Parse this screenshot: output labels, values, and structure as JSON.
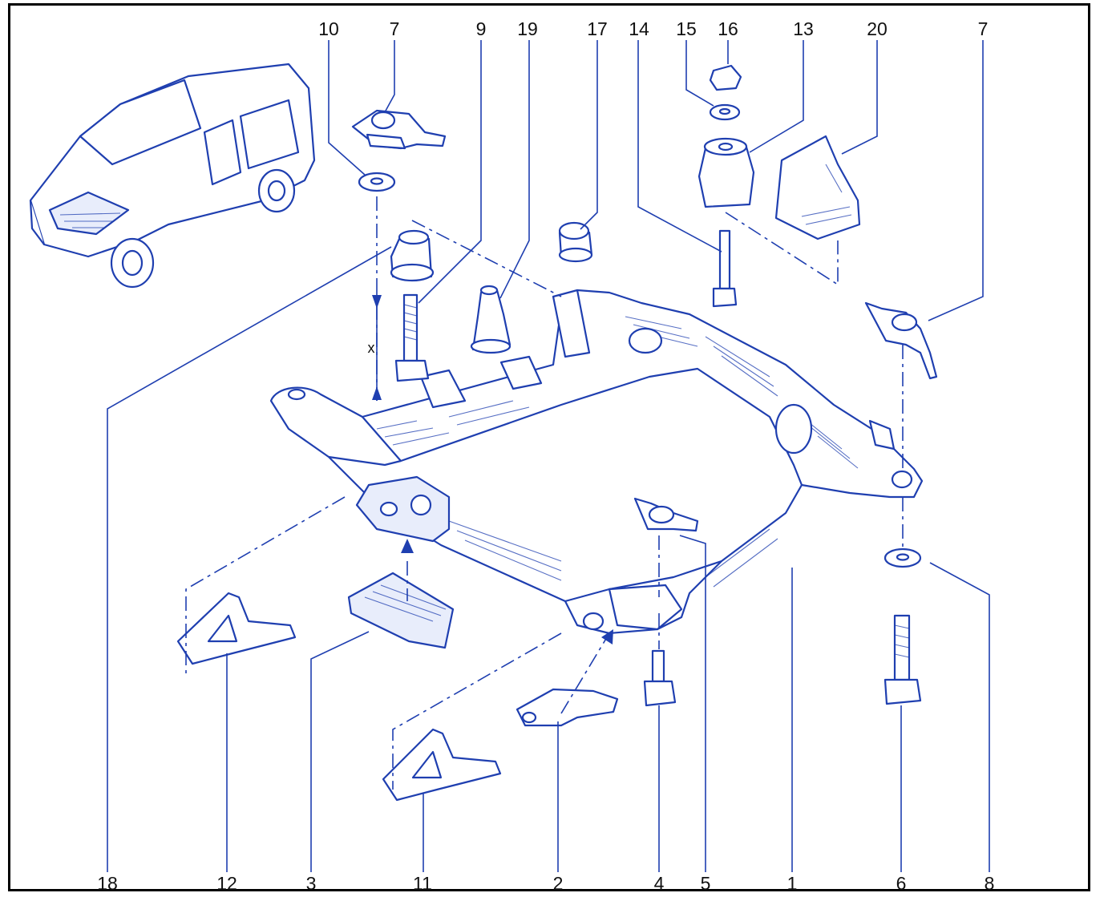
{
  "diagram": {
    "top_labels": [
      "10",
      "7",
      "9",
      "19",
      "17",
      "14",
      "15",
      "16",
      "13",
      "20",
      "7"
    ],
    "bottom_labels": [
      "18",
      "12",
      "3",
      "11",
      "2",
      "4",
      "5",
      "1",
      "6",
      "8"
    ],
    "dimension_label": "x"
  },
  "colors": {
    "line": "#1f3fb0",
    "frame": "#000000",
    "fill": "#e8edfb"
  }
}
